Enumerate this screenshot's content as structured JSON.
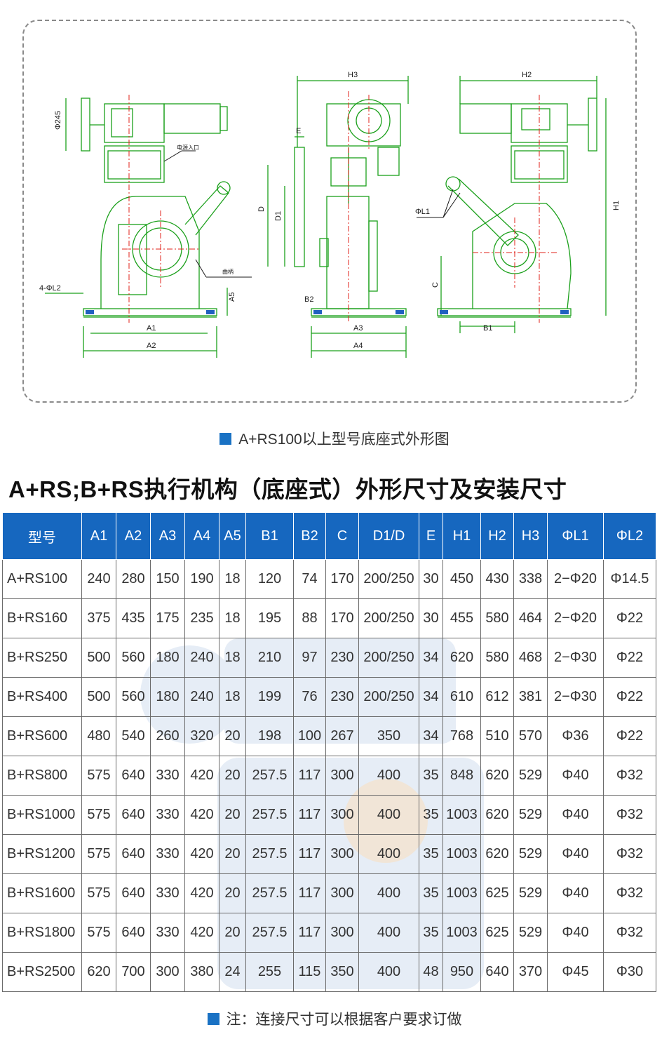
{
  "drawing": {
    "labels": {
      "phi245": "Φ245",
      "h3": "H3",
      "h2": "H2",
      "h1": "H1",
      "e": "E",
      "d": "D",
      "d1": "D1",
      "phiL1": "ΦL1",
      "fourPhiL2": "4-ΦL2",
      "a5": "A5",
      "a1": "A1",
      "a2": "A2",
      "a3": "A3",
      "a4": "A4",
      "b1": "B1",
      "b2": "B2",
      "c": "C",
      "note_electric": "电源入口",
      "note_crank": "曲柄"
    },
    "colors": {
      "line": "#1ba01b",
      "red": "#e0201a",
      "dark": "#1a1a1a"
    }
  },
  "caption_top": "A+RS100以上型号底座式外形图",
  "section_title": "A+RS;B+RS执行机构（底座式）外形尺寸及安装尺寸",
  "table": {
    "headers": [
      "型号",
      "A1",
      "A2",
      "A3",
      "A4",
      "A5",
      "B1",
      "B2",
      "C",
      "D1/D",
      "E",
      "H1",
      "H2",
      "H3",
      "ΦL1",
      "ΦL2"
    ],
    "rows": [
      [
        "A+RS100",
        "240",
        "280",
        "150",
        "190",
        "18",
        "120",
        "74",
        "170",
        "200/250",
        "30",
        "450",
        "430",
        "338",
        "2−Φ20",
        "Φ14.5"
      ],
      [
        "B+RS160",
        "375",
        "435",
        "175",
        "235",
        "18",
        "195",
        "88",
        "170",
        "200/250",
        "30",
        "455",
        "580",
        "464",
        "2−Φ20",
        "Φ22"
      ],
      [
        "B+RS250",
        "500",
        "560",
        "180",
        "240",
        "18",
        "210",
        "97",
        "230",
        "200/250",
        "34",
        "620",
        "580",
        "468",
        "2−Φ30",
        "Φ22"
      ],
      [
        "B+RS400",
        "500",
        "560",
        "180",
        "240",
        "18",
        "199",
        "76",
        "230",
        "200/250",
        "34",
        "610",
        "612",
        "381",
        "2−Φ30",
        "Φ22"
      ],
      [
        "B+RS600",
        "480",
        "540",
        "260",
        "320",
        "20",
        "198",
        "100",
        "267",
        "350",
        "34",
        "768",
        "510",
        "570",
        "Φ36",
        "Φ22"
      ],
      [
        "B+RS800",
        "575",
        "640",
        "330",
        "420",
        "20",
        "257.5",
        "117",
        "300",
        "400",
        "35",
        "848",
        "620",
        "529",
        "Φ40",
        "Φ32"
      ],
      [
        "B+RS1000",
        "575",
        "640",
        "330",
        "420",
        "20",
        "257.5",
        "117",
        "300",
        "400",
        "35",
        "1003",
        "620",
        "529",
        "Φ40",
        "Φ32"
      ],
      [
        "B+RS1200",
        "575",
        "640",
        "330",
        "420",
        "20",
        "257.5",
        "117",
        "300",
        "400",
        "35",
        "1003",
        "620",
        "529",
        "Φ40",
        "Φ32"
      ],
      [
        "B+RS1600",
        "575",
        "640",
        "330",
        "420",
        "20",
        "257.5",
        "117",
        "300",
        "400",
        "35",
        "1003",
        "625",
        "529",
        "Φ40",
        "Φ32"
      ],
      [
        "B+RS1800",
        "575",
        "640",
        "330",
        "420",
        "20",
        "257.5",
        "117",
        "300",
        "400",
        "35",
        "1003",
        "625",
        "529",
        "Φ40",
        "Φ32"
      ],
      [
        "B+RS2500",
        "620",
        "700",
        "300",
        "380",
        "24",
        "255",
        "115",
        "350",
        "400",
        "48",
        "950",
        "640",
        "370",
        "Φ45",
        "Φ30"
      ]
    ]
  },
  "caption_bottom": "注：连接尺寸可以根据客户要求订做"
}
